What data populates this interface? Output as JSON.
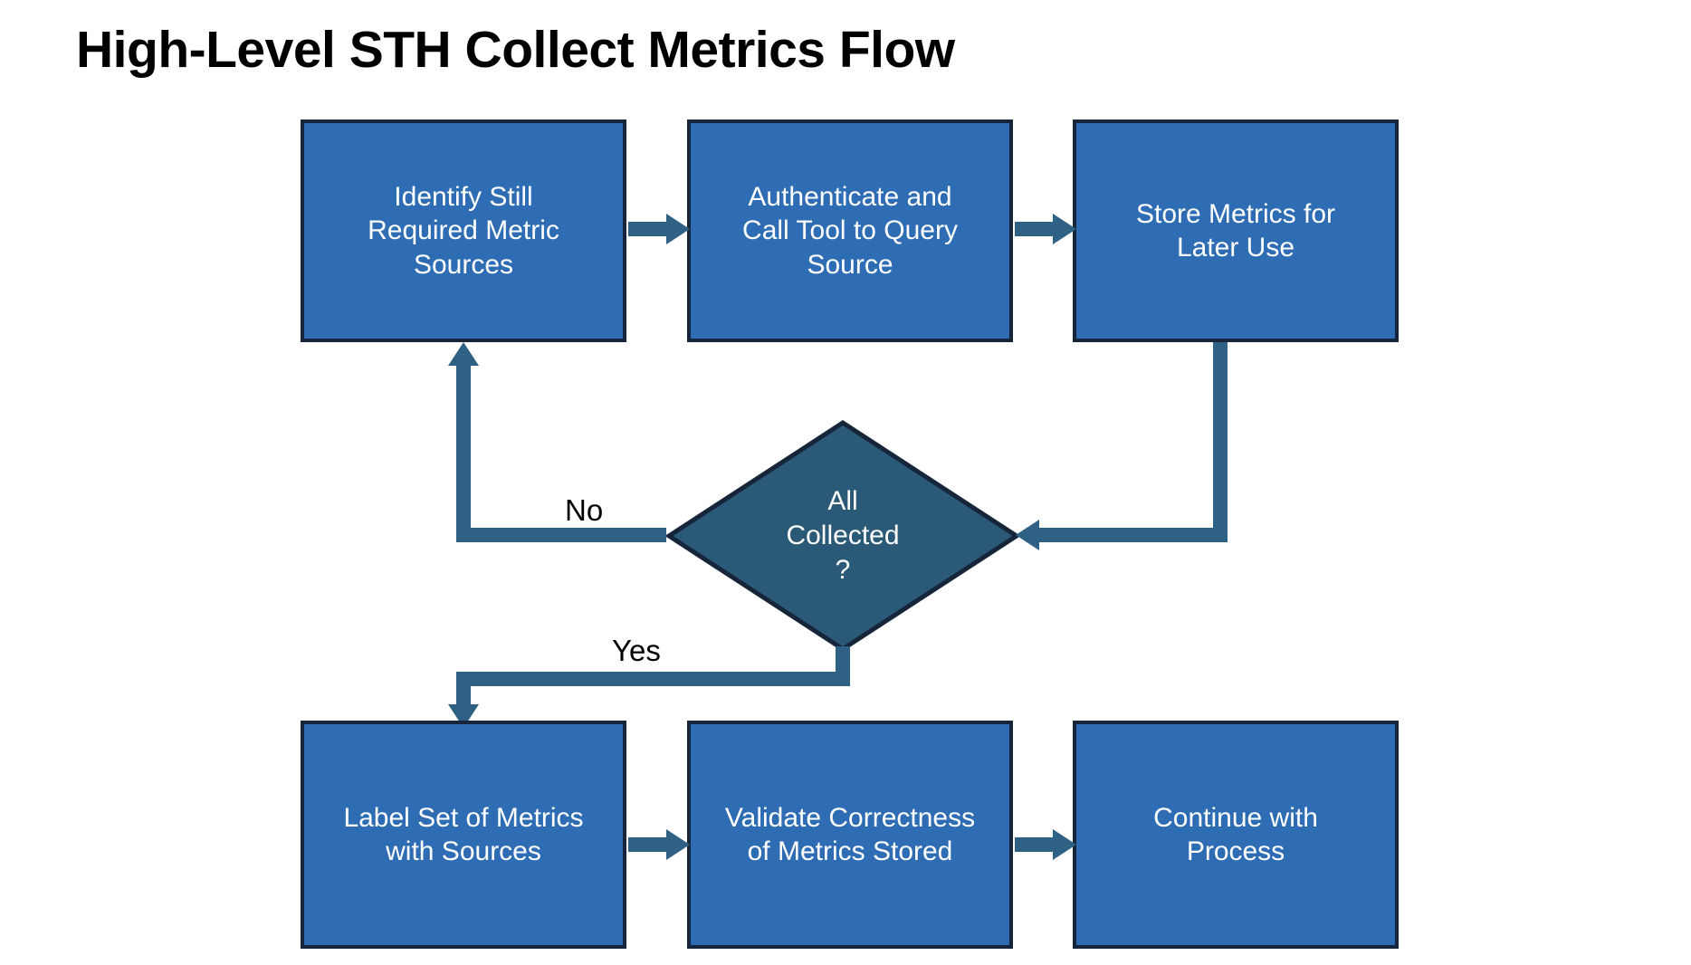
{
  "page": {
    "title": "High-Level STH Collect Metrics Flow",
    "background_color": "#FFFFFF"
  },
  "theme": {
    "process_fill": "#2E6DB4",
    "process_border": "#16253A",
    "decision_fill": "#2A5A78",
    "decision_border": "#16253A",
    "connector_color": "#2F6184",
    "node_text_color": "#FFFFFF",
    "label_text_color": "#000000"
  },
  "diagram": {
    "type": "flowchart",
    "top_row": [
      {
        "id": "identify-sources",
        "label": "Identify Still\nRequired Metric\nSources"
      },
      {
        "id": "authenticate-query",
        "label": "Authenticate and\nCall Tool to Query\nSource"
      },
      {
        "id": "store-metrics",
        "label": "Store Metrics for\nLater Use"
      }
    ],
    "decision": {
      "id": "all-collected",
      "label": "All\nCollected\n?"
    },
    "branch_labels": {
      "no": "No",
      "yes": "Yes"
    },
    "bottom_row": [
      {
        "id": "label-metrics",
        "label": "Label Set of Metrics\nwith Sources"
      },
      {
        "id": "validate-metrics",
        "label": "Validate Correctness\nof Metrics Stored"
      },
      {
        "id": "continue-process",
        "label": "Continue with\nProcess"
      }
    ],
    "edges": [
      {
        "from": "identify-sources",
        "to": "authenticate-query",
        "label": ""
      },
      {
        "from": "authenticate-query",
        "to": "store-metrics",
        "label": ""
      },
      {
        "from": "store-metrics",
        "to": "all-collected",
        "label": ""
      },
      {
        "from": "all-collected",
        "to": "identify-sources",
        "label": "No"
      },
      {
        "from": "all-collected",
        "to": "label-metrics",
        "label": "Yes"
      },
      {
        "from": "label-metrics",
        "to": "validate-metrics",
        "label": ""
      },
      {
        "from": "validate-metrics",
        "to": "continue-process",
        "label": ""
      }
    ]
  }
}
